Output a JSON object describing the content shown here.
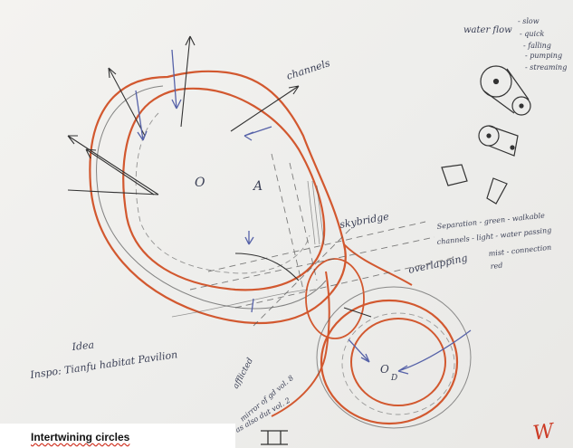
{
  "caption": "Intertwining circles",
  "labels": {
    "channels": "channels",
    "skybridge": "skybridge",
    "overlapping": "overlapping",
    "circle_a": "A",
    "circle_a_mark": "O",
    "circle_d": "D",
    "circle_d_mark": "O",
    "idea": "Idea",
    "inspo": "Inspo: Tianfu habitat Pavilion",
    "water_flow": "water flow",
    "water_flow_items": [
      "- slow",
      "- quick",
      "- falling",
      "- pumping",
      "- streaming"
    ],
    "notes": [
      "Separation - green - walkable",
      "channels - light - water passing",
      "mist - connection",
      "red"
    ],
    "side_notes": [
      "afflicted",
      "mirror of gd vol. 8",
      "as also dut vol. 2"
    ],
    "signature": "W"
  },
  "colors": {
    "red_line": "#d2582f",
    "pencil": "#444444",
    "blue_arrow": "#5662a8",
    "paper": "#f1f0ed"
  }
}
